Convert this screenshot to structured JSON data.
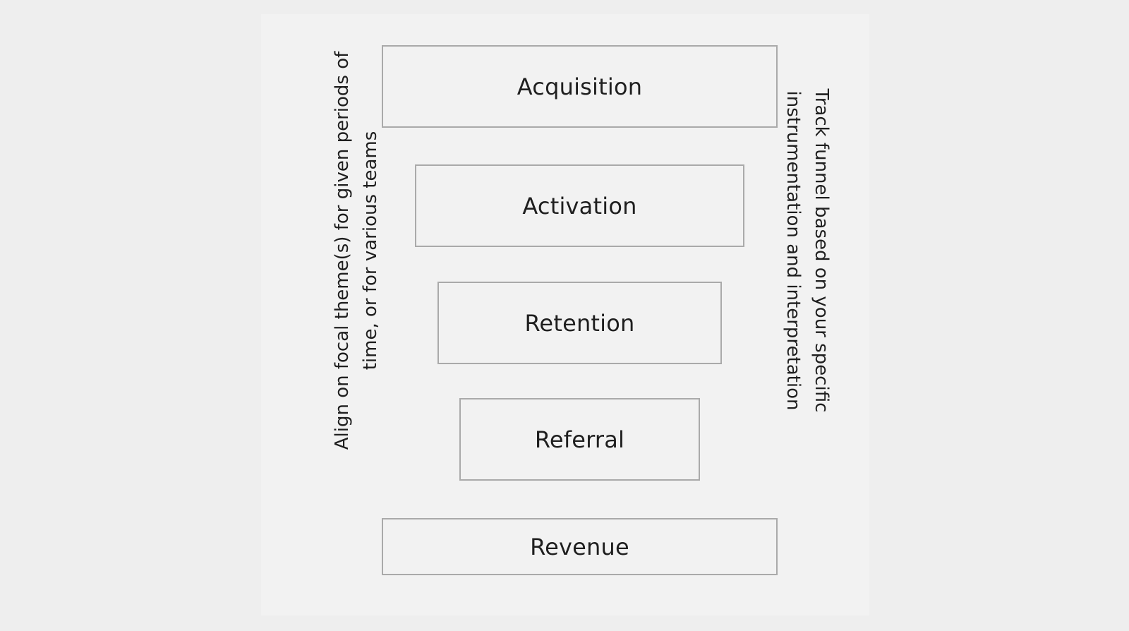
{
  "funnel": {
    "stages": [
      "Acquisition",
      "Activation",
      "Retention",
      "Referral",
      "Revenue"
    ]
  },
  "notes": {
    "left": {
      "line1": "Align on focal theme(s) for given periods of",
      "line2": "time, or for various teams"
    },
    "right": {
      "line1": "Track funnel based on your specific",
      "line2": "instrumentation and interpretation"
    }
  },
  "colors": {
    "page_background": "#eeeeee",
    "canvas_background": "#f2f2f2",
    "box_border": "#aaaaaa",
    "text": "#1f1f1f"
  }
}
